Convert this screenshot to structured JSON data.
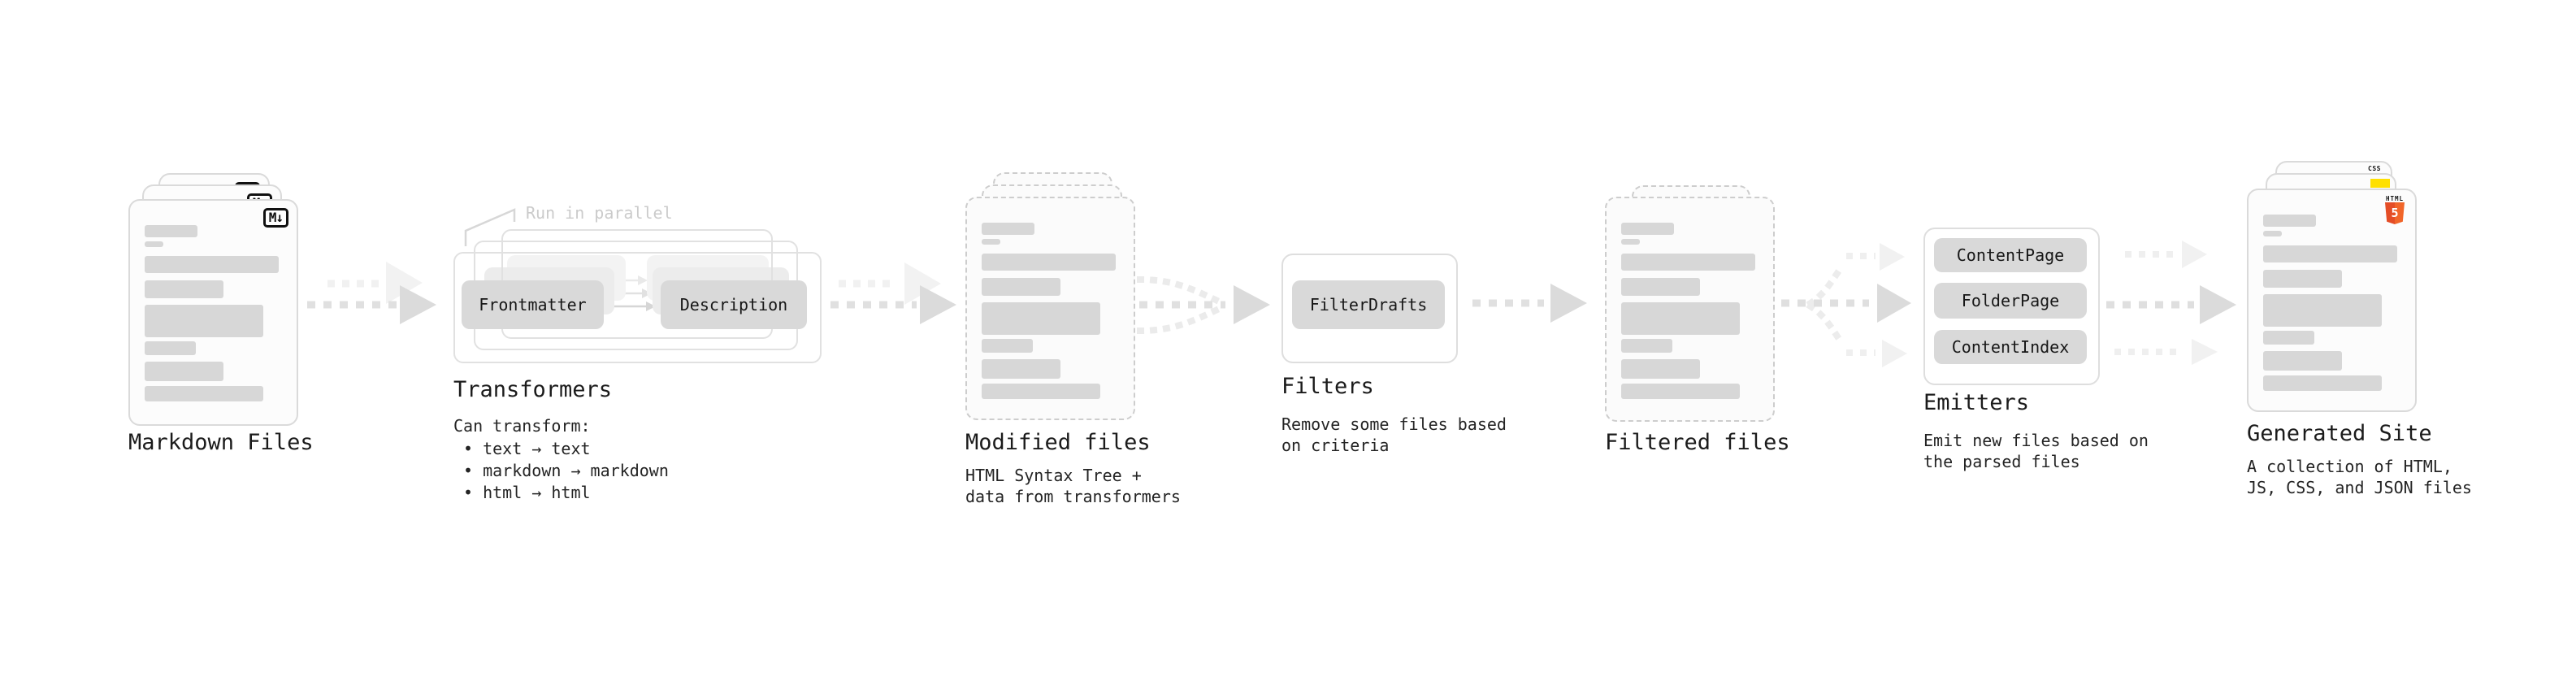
{
  "markdown_files": {
    "title": "Markdown Files",
    "badge": "M↓"
  },
  "transformers": {
    "title": "Transformers",
    "annotation": "Run in parallel",
    "box_left": "Frontmatter",
    "box_right": "Description",
    "desc_heading": "Can transform:",
    "bullets": [
      "• text → text",
      "• markdown → markdown",
      "• html → html"
    ]
  },
  "modified_files": {
    "title": "Modified files",
    "subtitle": [
      "HTML Syntax Tree +",
      "data from transformers"
    ]
  },
  "filters": {
    "title": "Filters",
    "box": "FilterDrafts",
    "subtitle": [
      "Remove some files based",
      "on criteria"
    ]
  },
  "filtered_files": {
    "title": "Filtered files"
  },
  "emitters": {
    "title": "Emitters",
    "boxes": [
      "ContentPage",
      "FolderPage",
      "ContentIndex"
    ],
    "subtitle": [
      "Emit new files based on",
      "the parsed files"
    ]
  },
  "generated_site": {
    "title": "Generated Site",
    "subtitle": [
      "A collection of HTML,",
      "JS, CSS, and JSON files"
    ],
    "html_badge_label": "HTML",
    "html_badge_number": "5",
    "css_badge_label": "CSS"
  },
  "colors": {
    "html5_orange_dark": "#e44d26",
    "html5_orange_light": "#f16529",
    "css_blue": "#2d6ae3",
    "js_yellow": "#ffe001",
    "box_gray": "#d9d9d9",
    "text_dark": "#1b1b1b",
    "muted_gray": "#cbcbcb"
  }
}
